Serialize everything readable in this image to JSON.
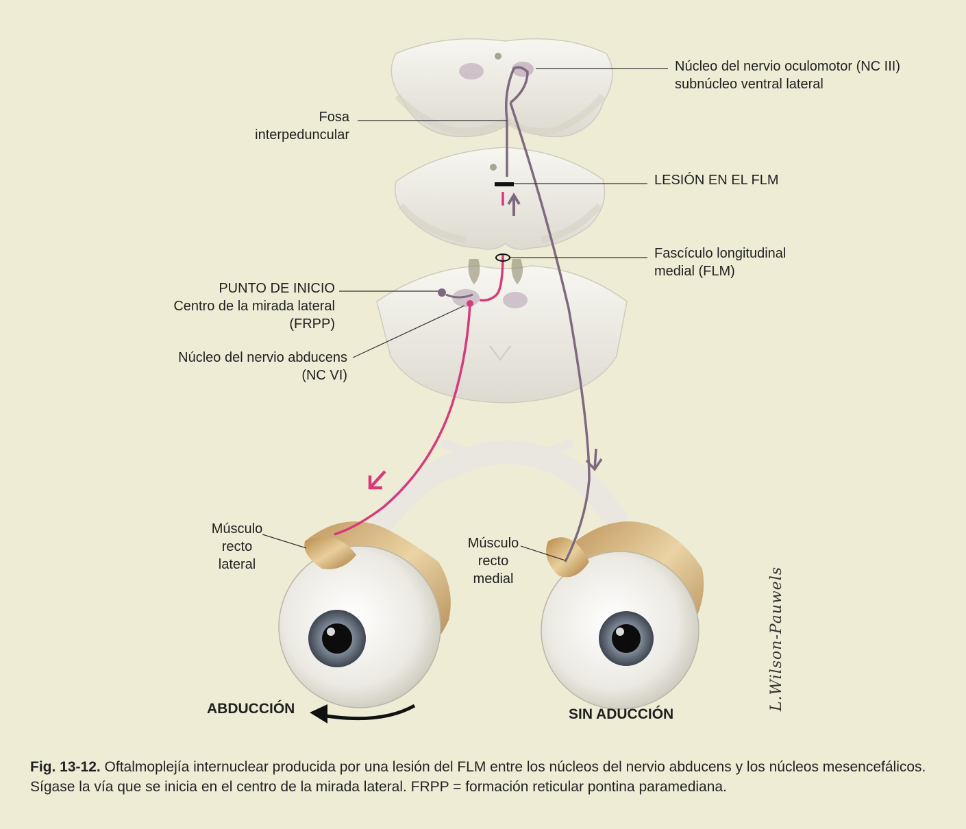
{
  "labels": {
    "oculomotor": [
      "Núcleo del nervio oculomotor (NC III)",
      "subnúcleo ventral lateral"
    ],
    "fosa": [
      "Fosa",
      "interpeduncular"
    ],
    "lesion": "LESIÓN EN EL FLM",
    "flm": [
      "Fascículo longitudinal",
      "medial (FLM)"
    ],
    "punto": [
      "PUNTO DE INICIO",
      "Centro de la mirada lateral",
      "(FRPP)"
    ],
    "abducens": [
      "Núcleo del nervio abducens",
      "(NC VI)"
    ],
    "recto_lateral": [
      "Músculo",
      "recto",
      "lateral"
    ],
    "recto_medial": [
      "Músculo",
      "recto",
      "medial"
    ],
    "abduccion": "ABDUCCIÓN",
    "sin_aduccion": "SIN ADUCCIÓN"
  },
  "signature": "L.Wilson-Pauwels",
  "caption": {
    "fig": "Fig. 13-12.",
    "text": " Oftalmoplejía internuclear producida por una lesión del FLM entre los núcleos del nervio abducens y los núcleos mesencefálicos. Sígase la vía que se inicia en el centro de la mirada lateral. FRPP = formación reticular pontina paramediana."
  },
  "colors": {
    "background": "#efecd6",
    "pathway_pink": "#d63a7a",
    "pathway_purple": "#7d6a7e",
    "tissue": "#f3f1ea",
    "nucleus": "#c7b6c2"
  }
}
